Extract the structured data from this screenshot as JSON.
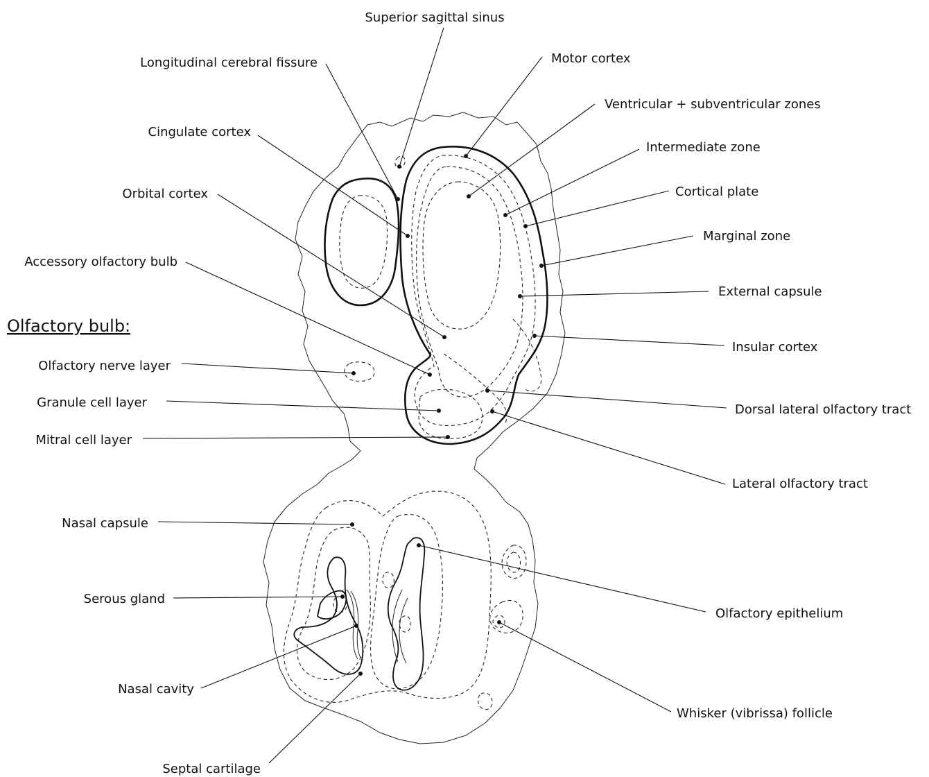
{
  "section_heading": "Olfactory bulb:",
  "labels": {
    "superior_sagittal_sinus": "Superior sagittal sinus",
    "longitudinal_cerebral_fissure": "Longitudinal cerebral fissure",
    "motor_cortex": "Motor cortex",
    "ventricular_subventricular_zones": "Ventricular + subventricular zones",
    "cingulate_cortex": "Cingulate cortex",
    "intermediate_zone": "Intermediate zone",
    "orbital_cortex": "Orbital cortex",
    "cortical_plate": "Cortical plate",
    "marginal_zone": "Marginal zone",
    "accessory_olfactory_bulb": "Accessory olfactory bulb",
    "external_capsule": "External capsule",
    "insular_cortex": "Insular cortex",
    "olfactory_nerve_layer": "Olfactory nerve layer",
    "granule_cell_layer": "Granule cell layer",
    "dorsal_lateral_olfactory_tract": "Dorsal lateral olfactory tract",
    "mitral_cell_layer": "Mitral cell layer",
    "lateral_olfactory_tract": "Lateral olfactory tract",
    "nasal_capsule": "Nasal capsule",
    "olfactory_epithelium": "Olfactory epithelium",
    "serous_gland": "Serous gland",
    "nasal_cavity": "Nasal cavity",
    "whisker_follicle": "Whisker (vibrissa) follicle",
    "septal_cartilage": "Septal cartilage"
  }
}
